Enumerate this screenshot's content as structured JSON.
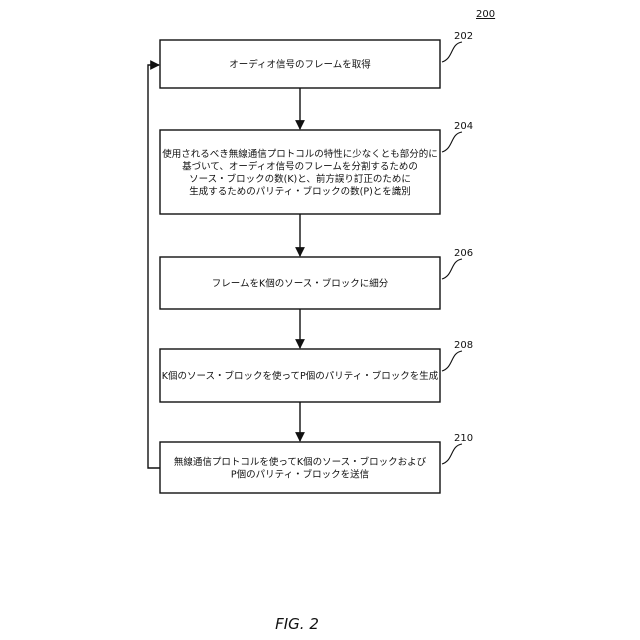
{
  "figure_number": "200",
  "figure_caption": "FIG. 2",
  "steps": [
    {
      "ref": "202",
      "lines": [
        "オーディオ信号のフレームを取得"
      ]
    },
    {
      "ref": "204",
      "lines": [
        "使用されるべき無線通信プロトコルの特性に少なくとも部分的に",
        "基づいて、オーディオ信号のフレームを分割するための",
        "ソース・ブロックの数(K)と、前方誤り訂正のために",
        "生成するためのパリティ・ブロックの数(P)とを識別"
      ]
    },
    {
      "ref": "206",
      "lines": [
        "フレームをK個のソース・ブロックに細分"
      ]
    },
    {
      "ref": "208",
      "lines": [
        "K個のソース・ブロックを使ってP個のパリティ・ブロックを生成"
      ]
    },
    {
      "ref": "210",
      "lines": [
        "無線通信プロトコルを使ってK個のソース・ブロックおよび",
        "P個のパリティ・ブロックを送信"
      ]
    }
  ]
}
